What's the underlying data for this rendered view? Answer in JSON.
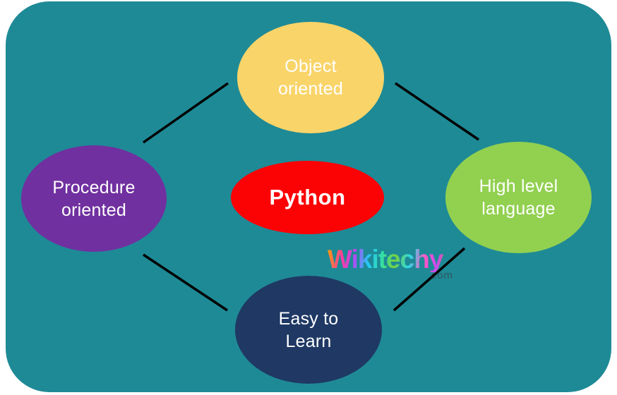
{
  "page": {
    "background_color": "#ffffff"
  },
  "diagram": {
    "panel_color": "#1E8A96",
    "connector_color": "#000000",
    "text_color": "#ffffff",
    "center": {
      "label": "Python",
      "fill": "#FB0205"
    },
    "nodes": [
      {
        "label": "Object oriented",
        "position": "top",
        "fill": "#F9D469"
      },
      {
        "label": "High level language",
        "position": "right",
        "fill": "#92D050"
      },
      {
        "label": "Easy to Learn",
        "position": "bottom",
        "fill": "#1F3864"
      },
      {
        "label": "Procedure oriented",
        "position": "left",
        "fill": "#7030A0"
      }
    ]
  },
  "watermark": {
    "brand": "Wikitechy",
    "suffix": ".com"
  }
}
